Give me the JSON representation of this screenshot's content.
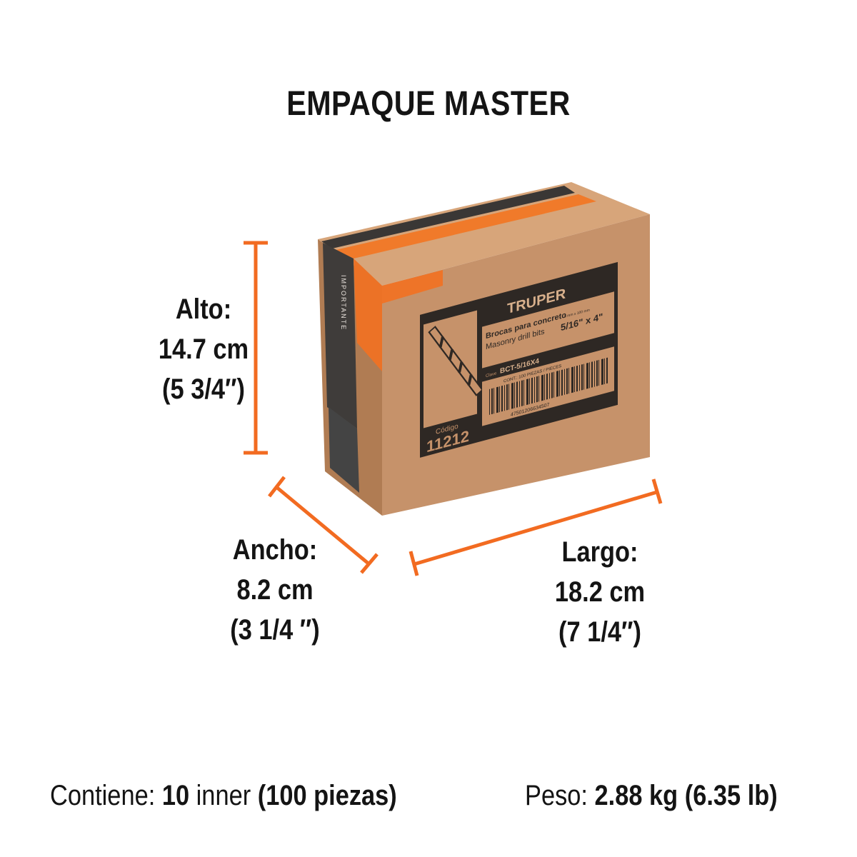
{
  "title": "EMPAQUE MASTER",
  "dimensions": {
    "alto": {
      "label": "Alto:",
      "metric": "14.7 cm",
      "imperial": "(5 3/4″)"
    },
    "ancho": {
      "label": "Ancho:",
      "metric": "8.2 cm",
      "imperial": "(3 1/4 ″)"
    },
    "largo": {
      "label": "Largo:",
      "metric": "18.2 cm",
      "imperial": "(7 1/4″)"
    }
  },
  "footer": {
    "contiene_label": "Contiene:",
    "contiene_value": "10",
    "contiene_rest": "inner",
    "contiene_pieces": "(100 piezas)",
    "peso_label": "Peso:",
    "peso_value": "2.88 kg (6.35 lb)"
  },
  "box_label": {
    "brand": "TRUPER",
    "tape_text": "IMPORTANTE",
    "product_es": "Brocas para concreto",
    "product_en": "Masonry drill bits",
    "size_metric": "8 mm x 100 mm",
    "size_imperial": "5/16\" x 4\"",
    "clave_label": "Clave",
    "clave": "BCT-5/16X4",
    "contents": "CONT.: 100 PIEZAS / PIECES",
    "barcode_number": "47501206634507",
    "codigo_label": "Código",
    "codigo": "11212"
  },
  "colors": {
    "accent": "#F26B21",
    "cardboard": "#C8956A",
    "ink": "#2E2824",
    "text": "#141414"
  }
}
